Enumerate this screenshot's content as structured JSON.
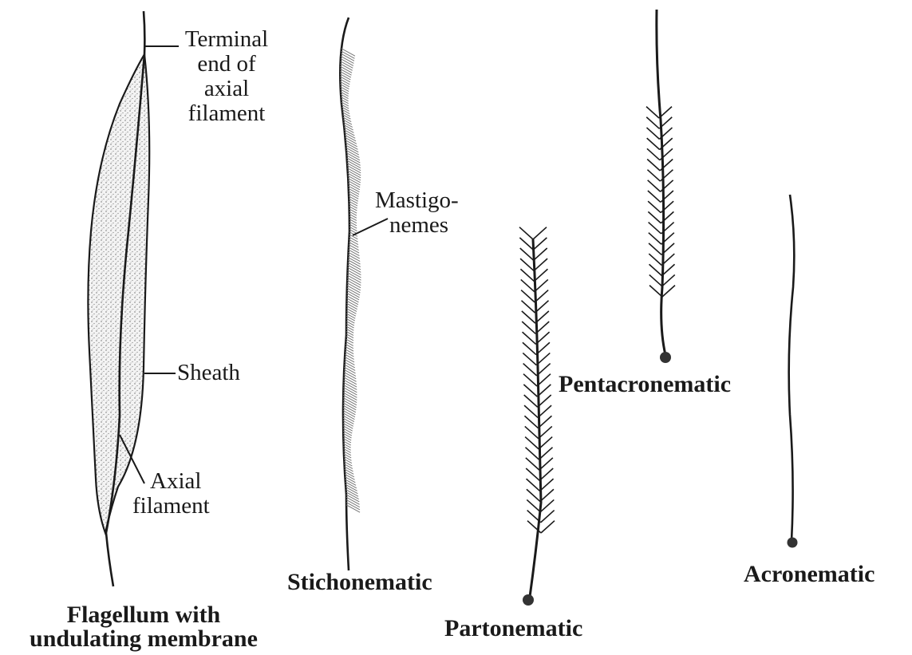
{
  "flagellum_undulating": {
    "caption_line1": "Flagellum with",
    "caption_line2": "undulating membrane",
    "label_terminal": [
      "Terminal",
      "end of",
      "axial",
      "filament"
    ],
    "label_sheath": "Sheath",
    "label_axial": [
      "Axial",
      "filament"
    ]
  },
  "stichonematic": {
    "caption": "Stichonematic",
    "label_mastigonemes": [
      "Mastigo-",
      "nemes"
    ]
  },
  "partonematic": {
    "caption": "Partonematic"
  },
  "pentacronematic": {
    "caption": "Pentacronematic"
  },
  "acronematic": {
    "caption": "Acronematic"
  },
  "colors": {
    "ink": "#1a1a1a",
    "stipple": "#555555"
  }
}
